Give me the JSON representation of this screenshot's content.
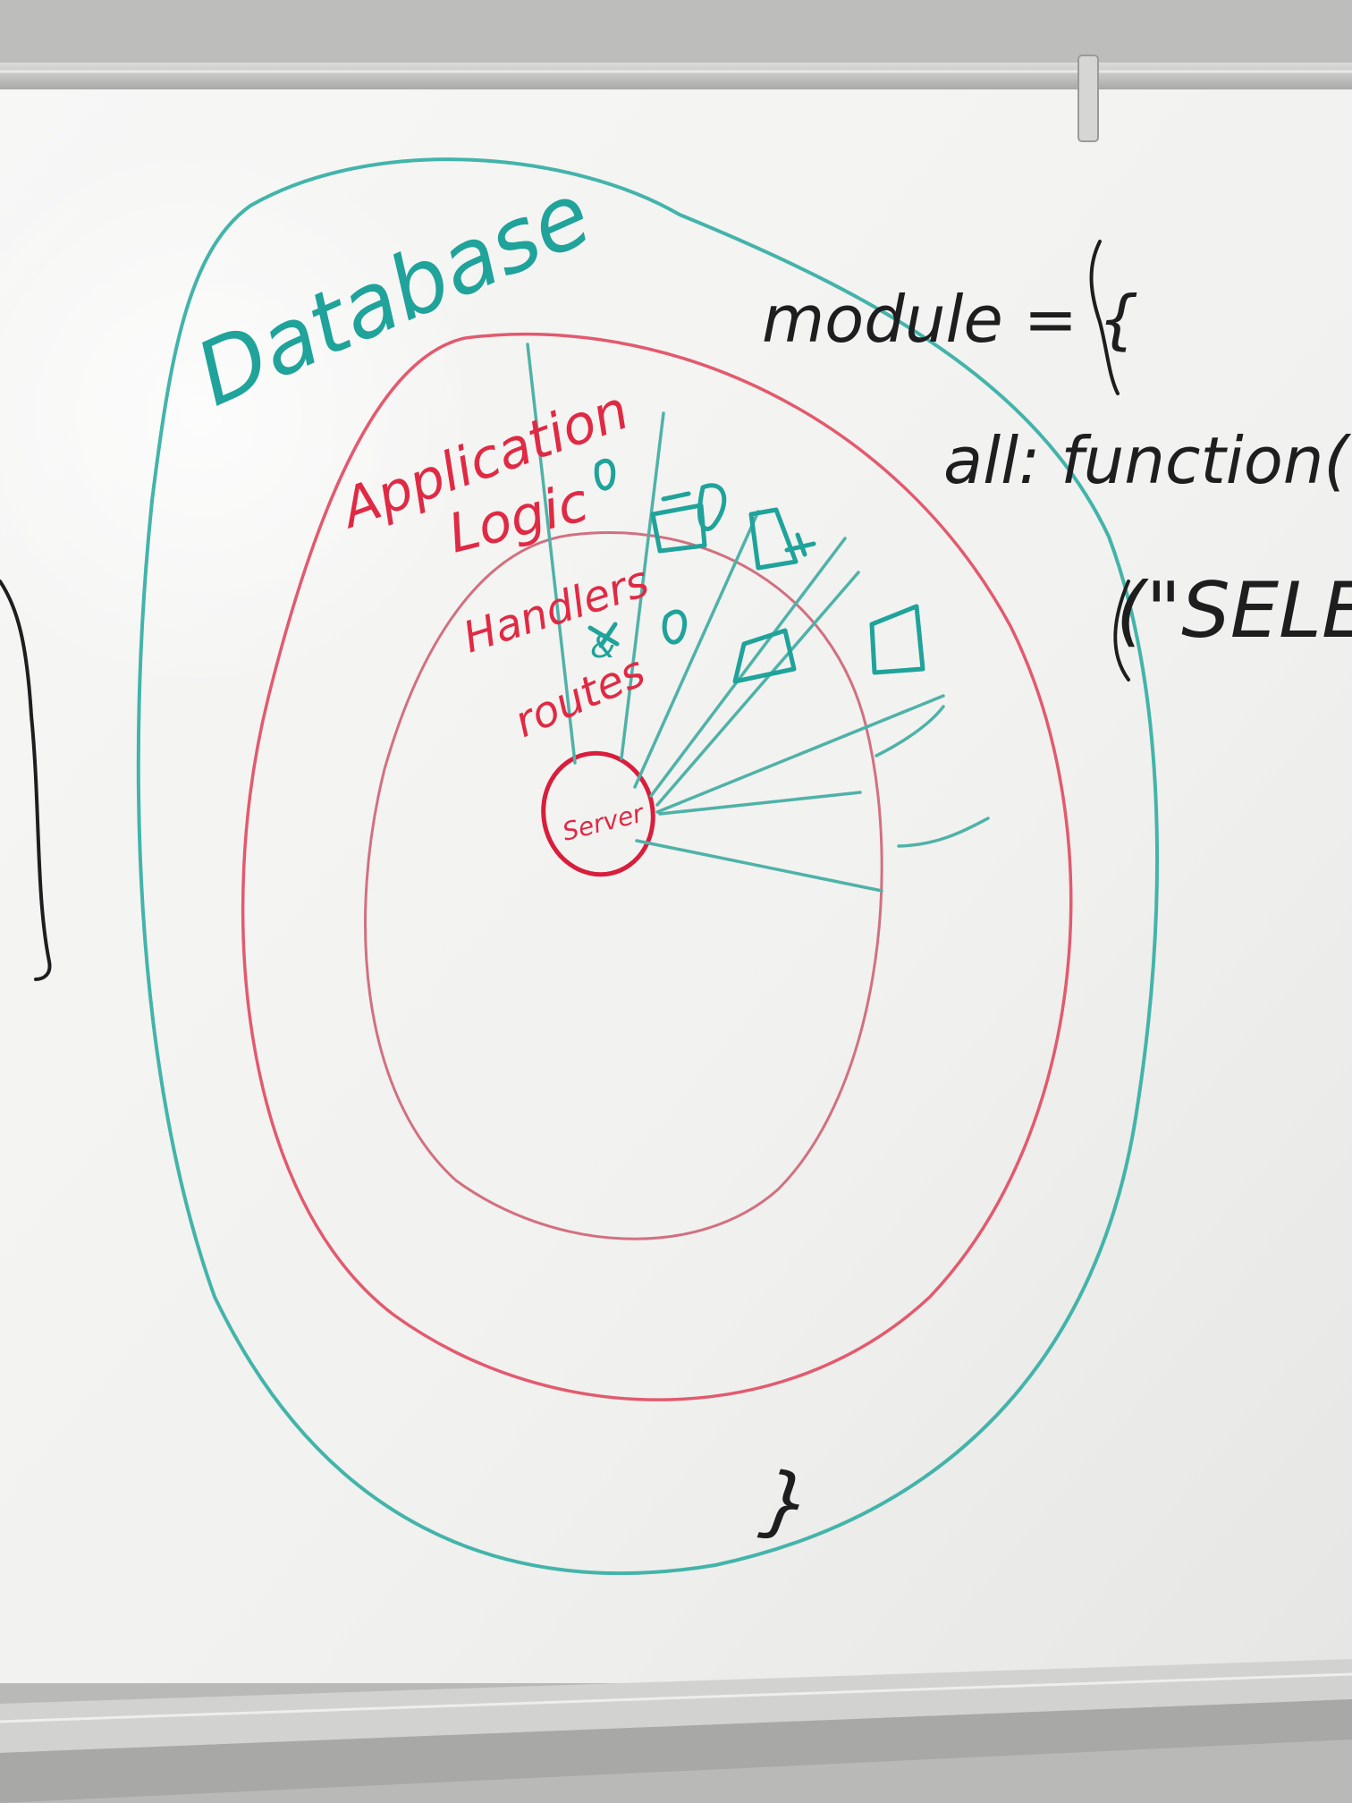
{
  "whiteboard": {
    "labels": {
      "database": "Database",
      "application_logic_line1": "Application",
      "application_logic_line2": "Logic",
      "handlers_line1": "Handlers",
      "handlers_line2": "&",
      "handlers_line3": "routes",
      "server": "Server"
    },
    "code": {
      "line1": "module = {",
      "line2": "all: function(",
      "line3": "(\"SELE"
    },
    "closing_brace": "}"
  },
  "colors": {
    "board": "#f4f4f2",
    "frame": "#b9b9b7",
    "teal_marker": "#1fa39a",
    "red_marker": "#e02a44",
    "black_marker": "#1e1e1e"
  }
}
